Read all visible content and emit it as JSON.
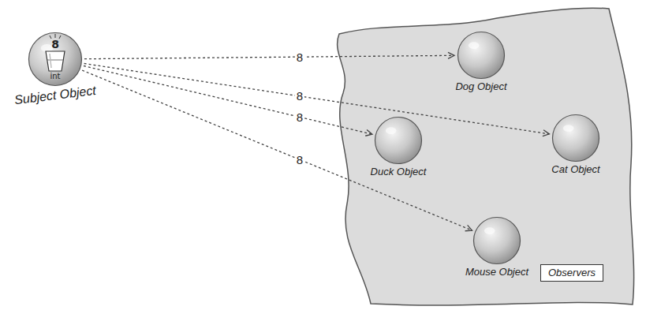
{
  "diagram": {
    "nodes": [
      {
        "text": [
          "8",
          "int",
          "Subject Object"
        ]
      },
      {
        "text": [
          "Observers"
        ]
      },
      {
        "text": [
          "Dog Object"
        ],
        "in": 1
      },
      {
        "text": [
          "Duck Object"
        ],
        "in": 1
      },
      {
        "text": [
          "Cat Object"
        ],
        "in": 1
      },
      {
        "text": [
          "Mouse Object"
        ],
        "in": 1
      }
    ],
    "edges": [
      {
        "from": 0,
        "to": 2,
        "arrow": "to",
        "label": "8"
      },
      {
        "from": 0,
        "to": 4,
        "arrow": "to",
        "label": "8"
      },
      {
        "from": 0,
        "to": 3,
        "arrow": "to",
        "label": "8"
      },
      {
        "from": 0,
        "to": 5,
        "arrow": "to",
        "label": "8"
      }
    ]
  }
}
